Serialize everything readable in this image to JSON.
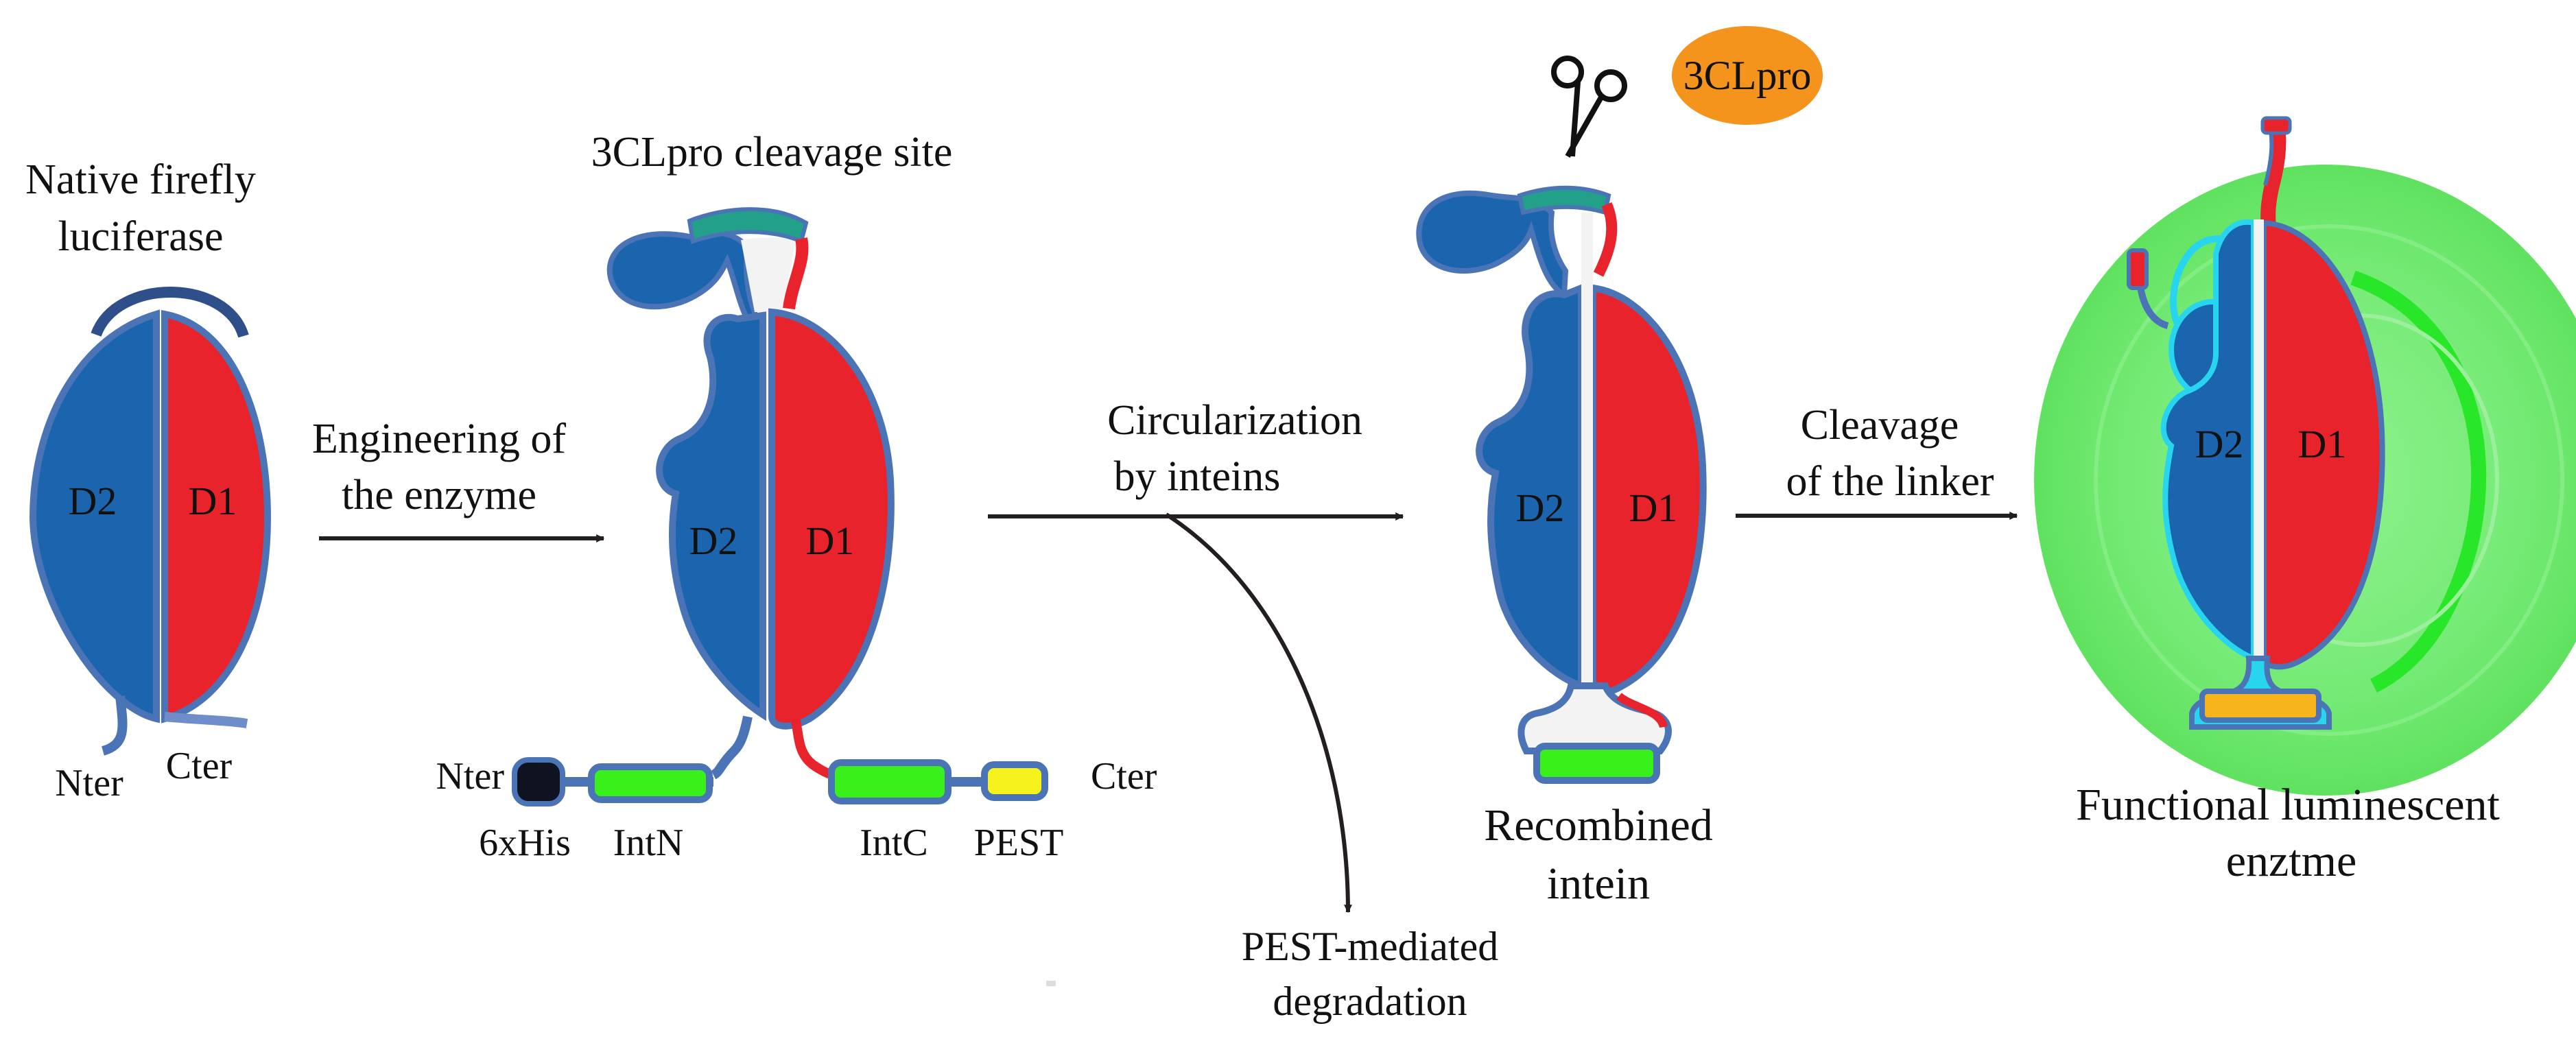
{
  "colors": {
    "d1": "#e8232b",
    "d2": "#1a65ad",
    "outline": "#4a74b5",
    "linker": "#23a08a",
    "intein": "#39f01a",
    "pest": "#f6f21b",
    "his": "#0f1220",
    "protease": "#f4941c",
    "glow": "#6ae86a",
    "glow_ring": "#28e628",
    "cyan": "#27d6ee",
    "product_tag": "#f7b51b",
    "arrow": "#231f20",
    "gap": "#f3f3f3"
  },
  "stage1": {
    "title_line1": "Native firefly",
    "title_line2": "luciferase",
    "d2": "D2",
    "d1": "D1",
    "nter": "Nter",
    "cter": "Cter"
  },
  "step1": {
    "line1": "Engineering of",
    "line2": "the enzyme"
  },
  "stage2": {
    "title": "3CLpro cleavage site",
    "d2": "D2",
    "d1": "D1",
    "nter": "Nter",
    "cter": "Cter",
    "his": "6xHis",
    "intn": "IntN",
    "intc": "IntC",
    "pest": "PEST"
  },
  "step2": {
    "line1": "Circularization",
    "line2": "by inteins"
  },
  "degradation": {
    "line1": "PEST-mediated",
    "line2": "degradation"
  },
  "stage3": {
    "protease": "3CLpro",
    "d2": "D2",
    "d1": "D1",
    "caption_line1": "Recombined",
    "caption_line2": "intein",
    "scissors_icon": "scissors-icon"
  },
  "step3": {
    "line1": "Cleavage",
    "line2": "of the linker"
  },
  "stage4": {
    "d2": "D2",
    "d1": "D1",
    "caption_line1": "Functional luminescent",
    "caption_line2": "enztme"
  }
}
